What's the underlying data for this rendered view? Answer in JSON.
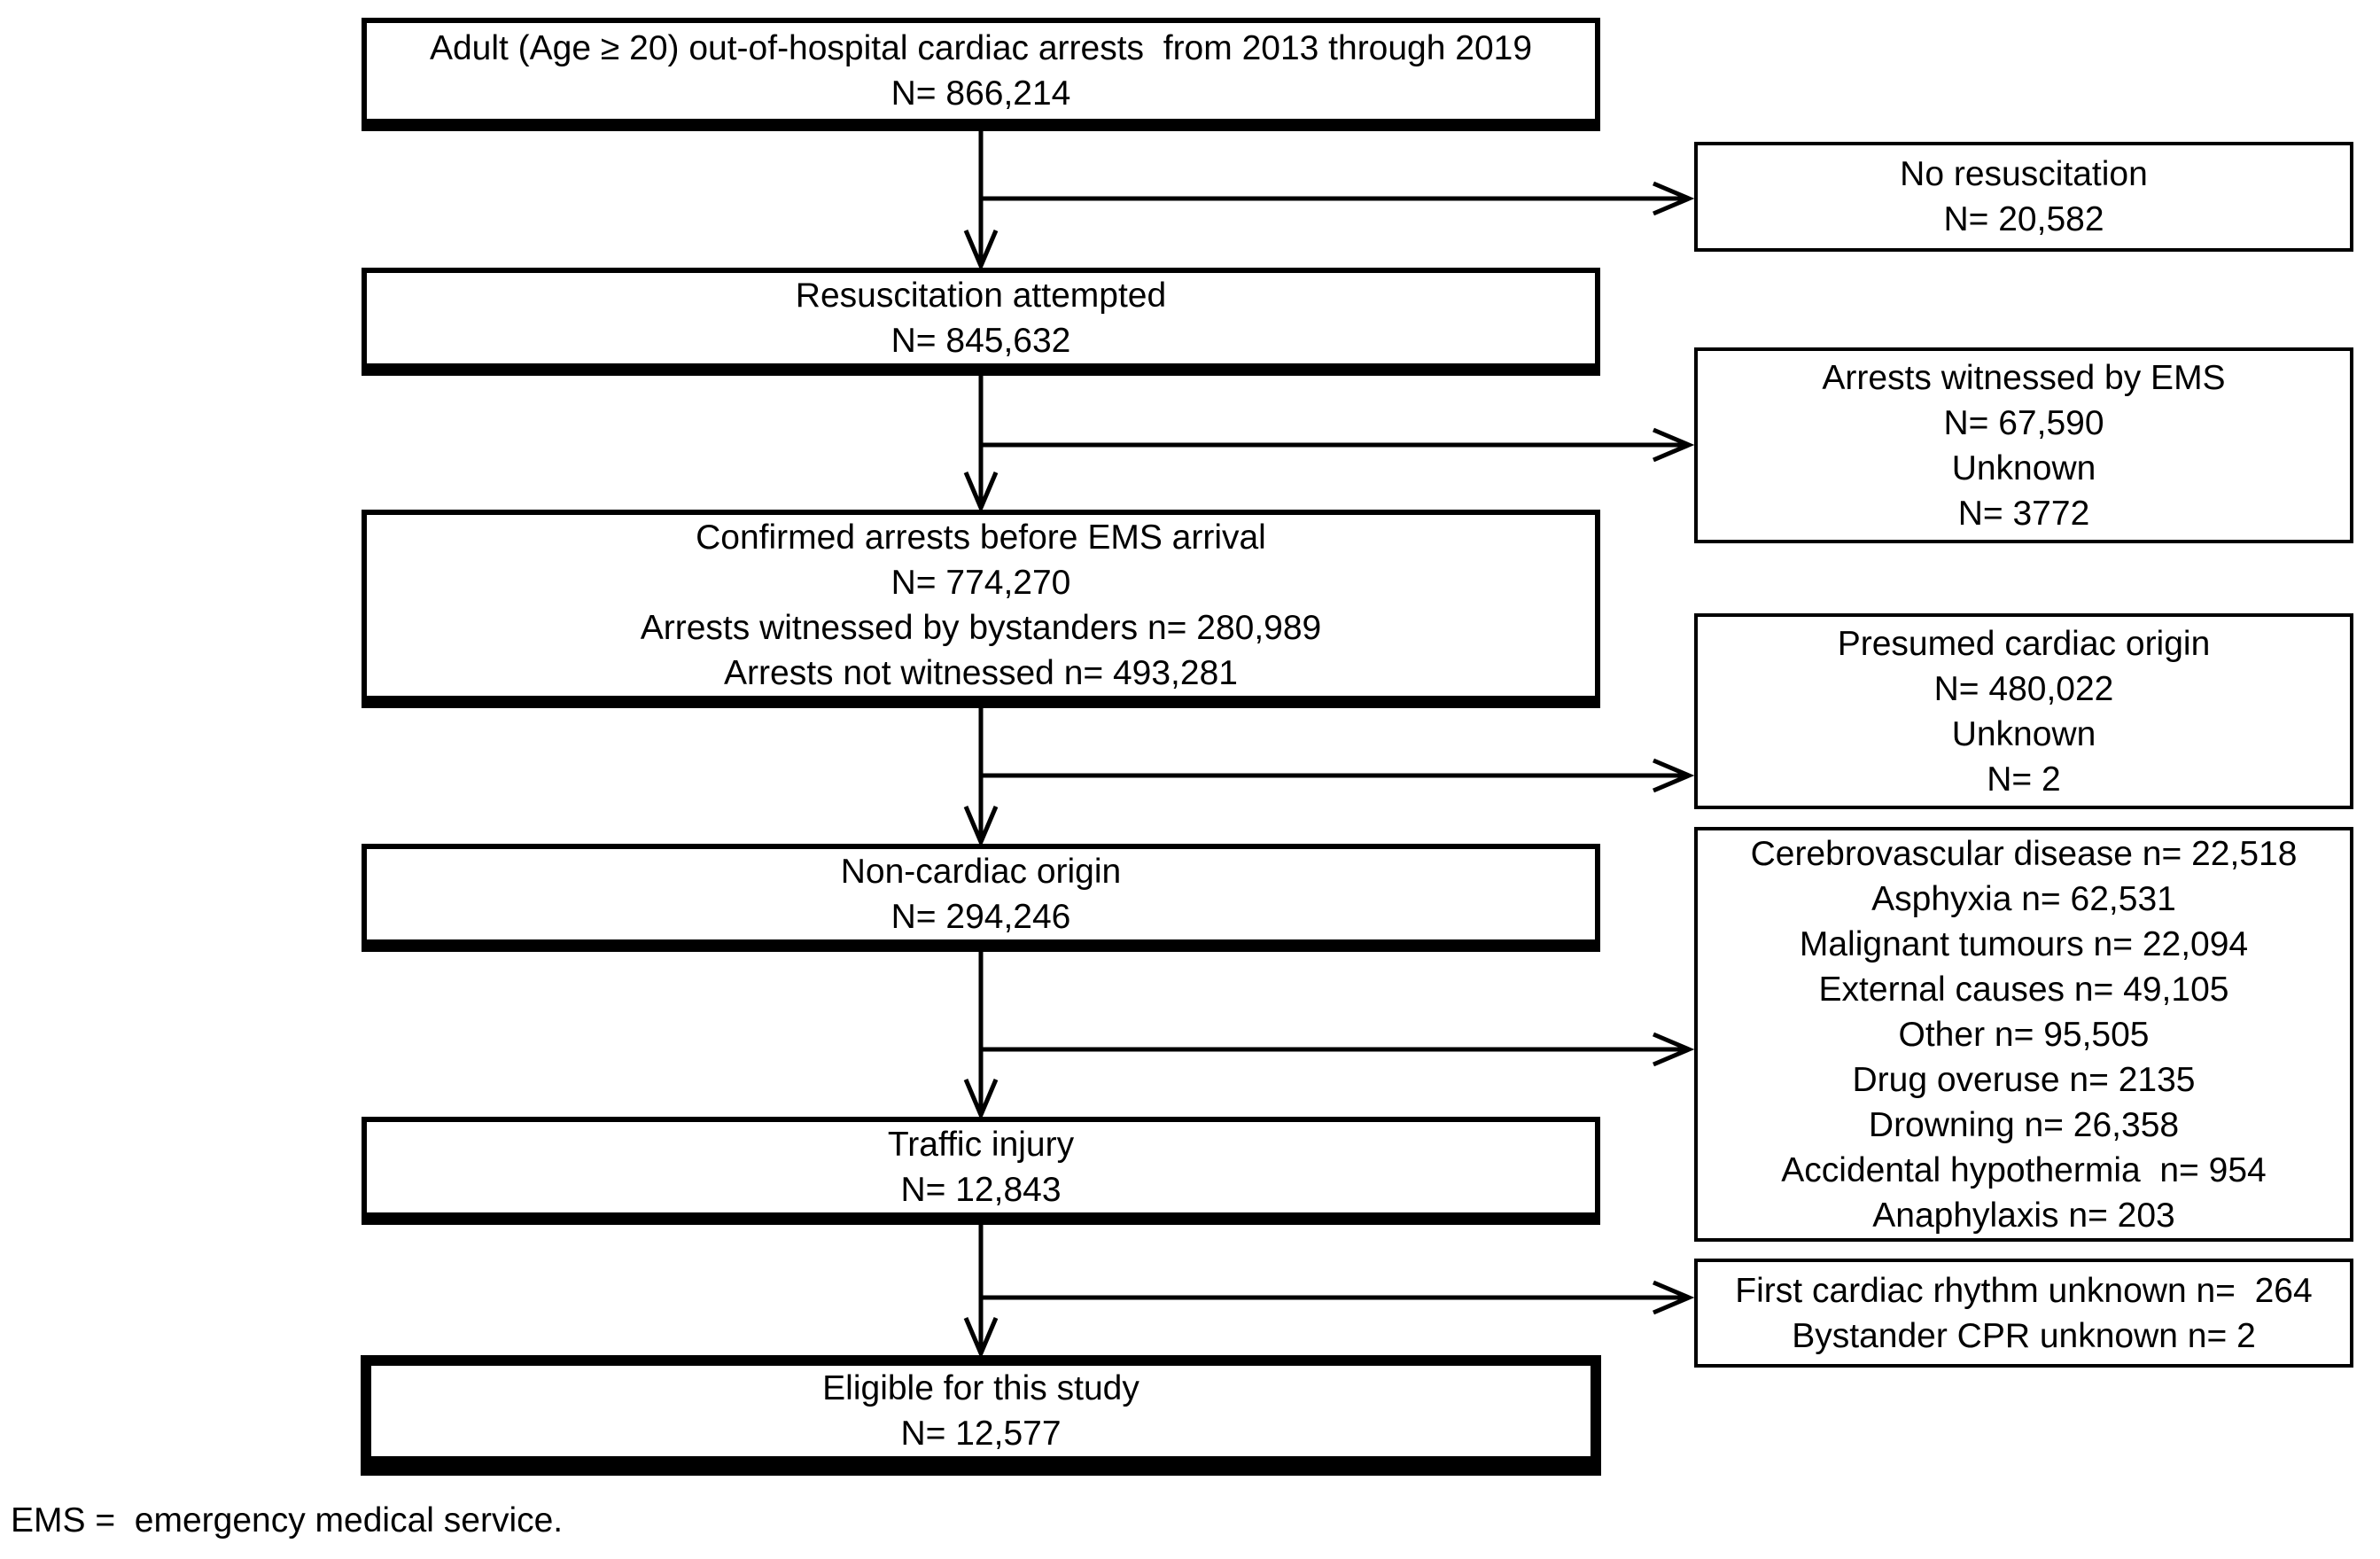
{
  "flow": {
    "main_boxes": [
      {
        "id": "ohca_total",
        "lines": [
          "Adult (Age ≥ 20) out-of-hospital cardiac arrests  from 2013 through 2019",
          "N= 866,214"
        ]
      },
      {
        "id": "resuscitation_attempted",
        "lines": [
          "Resuscitation attempted",
          "N= 845,632"
        ]
      },
      {
        "id": "confirmed_arrests",
        "lines": [
          "Confirmed arrests before EMS arrival",
          "N= 774,270",
          "Arrests witnessed by bystanders n= 280,989",
          "Arrests not witnessed n= 493,281"
        ]
      },
      {
        "id": "non_cardiac_origin",
        "lines": [
          "Non-cardiac origin",
          "N= 294,246"
        ]
      },
      {
        "id": "traffic_injury",
        "lines": [
          "Traffic injury",
          "N= 12,843"
        ]
      },
      {
        "id": "eligible",
        "lines": [
          "Eligible for this study",
          "N= 12,577"
        ]
      }
    ],
    "exclusion_boxes": [
      {
        "id": "no_resuscitation",
        "lines": [
          "No resuscitation",
          "N= 20,582"
        ]
      },
      {
        "id": "ems_witnessed",
        "lines": [
          "Arrests witnessed by EMS",
          "N= 67,590",
          "Unknown",
          "N= 3772"
        ]
      },
      {
        "id": "presumed_cardiac_origin",
        "lines": [
          "Presumed cardiac origin",
          "N= 480,022",
          "Unknown",
          "N= 2"
        ]
      },
      {
        "id": "non_cardiac_causes",
        "lines": [
          "Cerebrovascular disease n= 22,518",
          "Asphyxia n= 62,531",
          "Malignant tumours n= 22,094",
          "External causes n= 49,105",
          "Other n= 95,505",
          "Drug overuse n= 2135",
          "Drowning n= 26,358",
          "Accidental hypothermia  n= 954",
          "Anaphylaxis n= 203"
        ]
      },
      {
        "id": "unknown_rhythm_cpr",
        "lines": [
          "First cardiac rhythm unknown n=  264",
          "Bystander CPR unknown n= 2"
        ]
      }
    ],
    "footnote": "EMS =  emergency medical service.",
    "line_color": "#000000",
    "background_color": "#ffffff"
  }
}
